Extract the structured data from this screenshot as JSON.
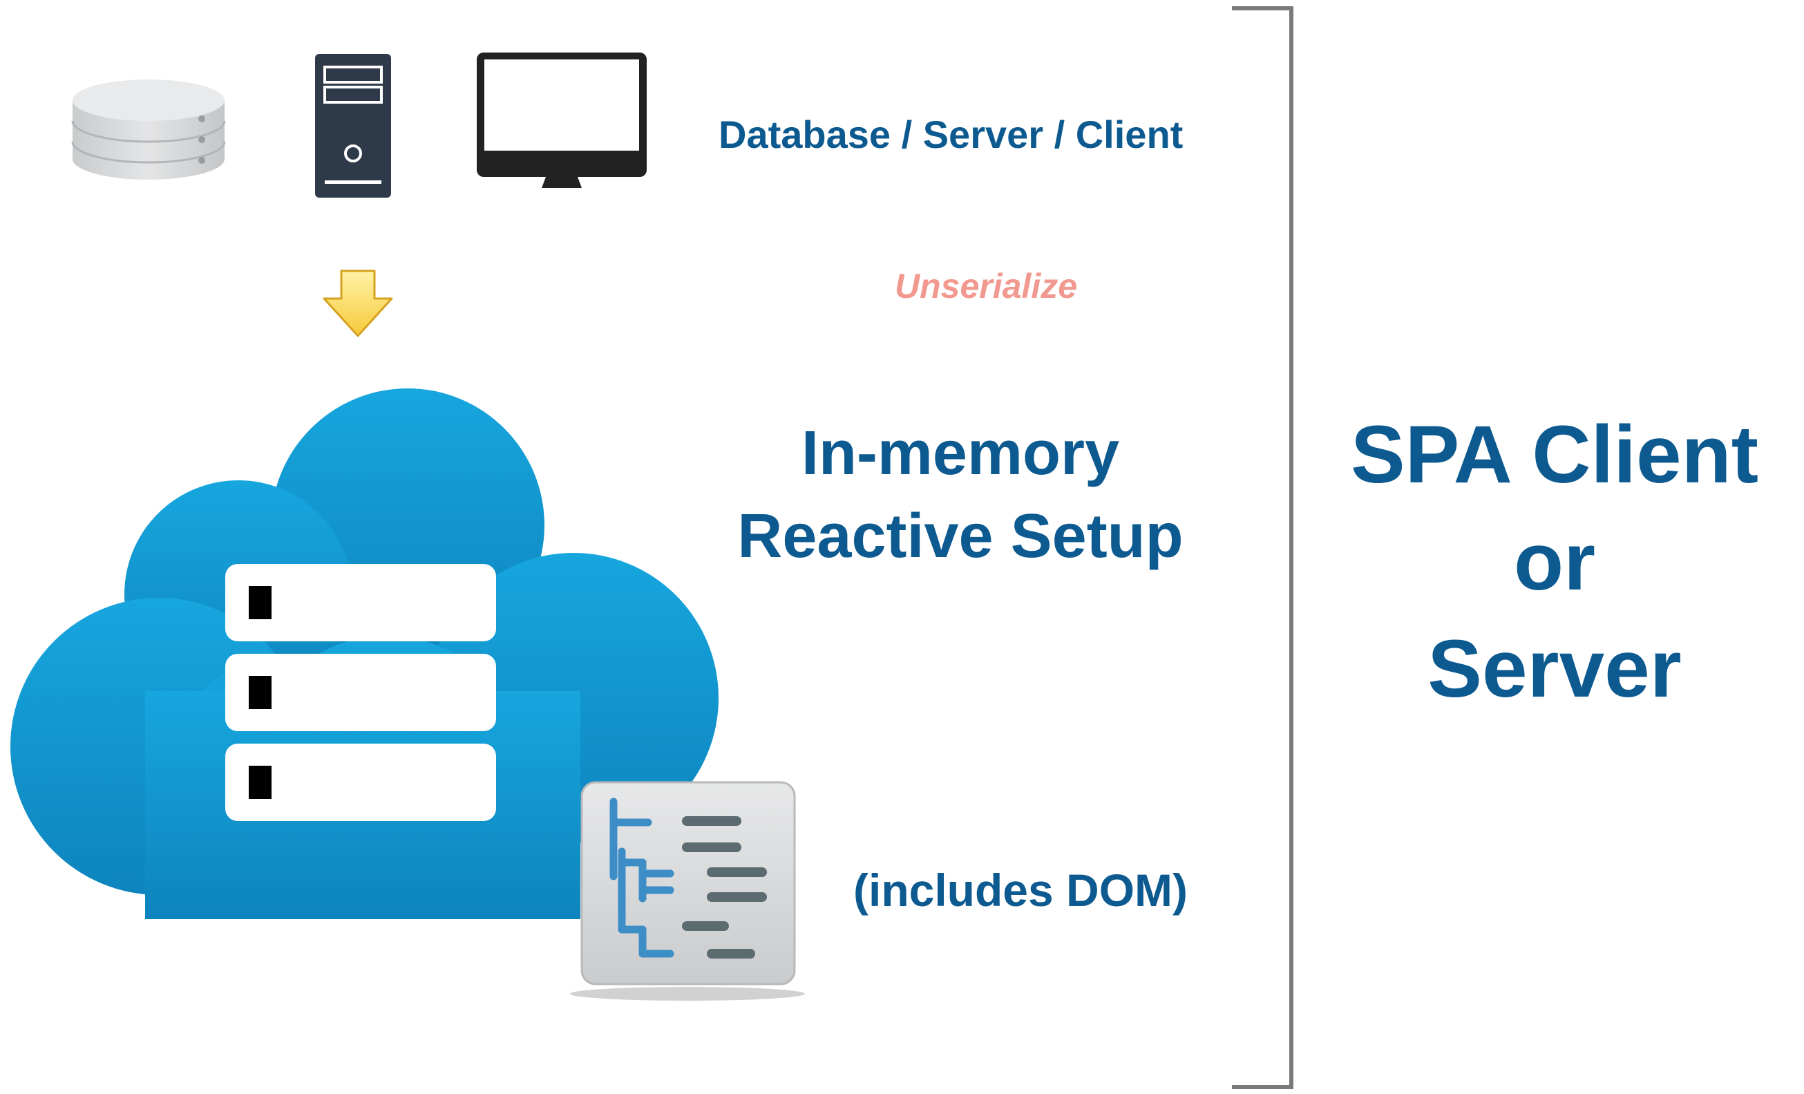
{
  "header": {
    "caption": "Database / Server / Client"
  },
  "transition": {
    "label": "Unserialize"
  },
  "setup": {
    "line1": "In-memory",
    "line2": "Reactive Setup"
  },
  "dom_note": "(includes DOM)",
  "side_label": {
    "line1": "SPA Client",
    "line2": "or",
    "line3": "Server"
  },
  "icons": {
    "database": "database-icon",
    "server": "server-tower-icon",
    "client": "monitor-icon",
    "arrow": "down-arrow-icon",
    "cloud": "cloud-storage-icon",
    "dom": "dom-tree-icon"
  },
  "colors": {
    "text_primary": "#0d5a91",
    "accent_label": "#f2998f",
    "cloud": "#1396cf",
    "arrow": "#f7d94c",
    "bracket": "#7a7a7a"
  }
}
